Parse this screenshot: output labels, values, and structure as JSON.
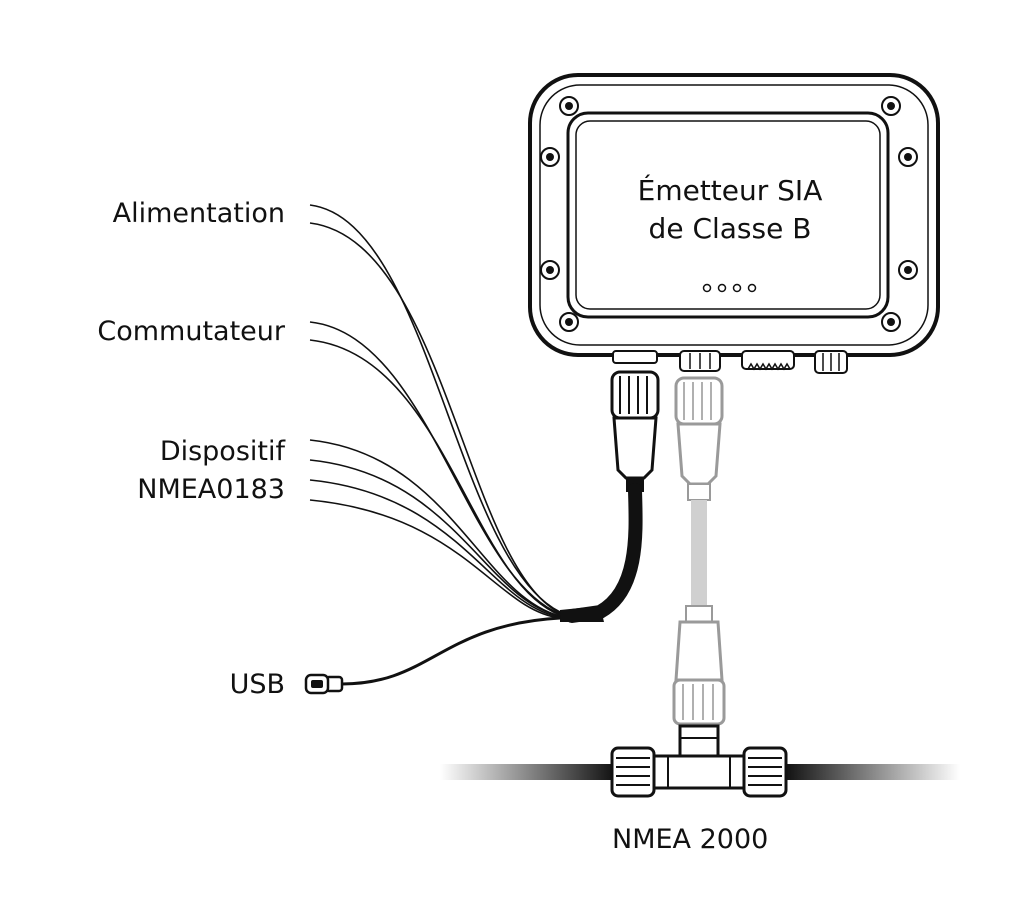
{
  "device": {
    "title_line1": "Émetteur SIA",
    "title_line2": "de Classe B",
    "screw_icon": "screw-icon",
    "led_count": 4
  },
  "wire_labels": {
    "power": "Alimentation",
    "switch": "Commutateur",
    "nmea0183_line1": "Dispositif",
    "nmea0183_line2": "NMEA0183",
    "usb": "USB"
  },
  "network_label": "NMEA 2000",
  "colors": {
    "line": "#111111",
    "device_fill": "#ffffff",
    "cable_black": "#111111",
    "cable_gray": "#c8c8c8",
    "connector_gray_stroke": "#9a9a9a"
  }
}
